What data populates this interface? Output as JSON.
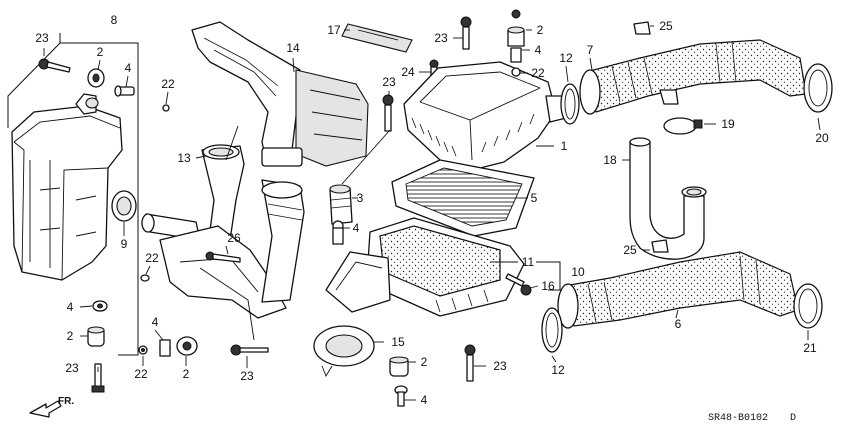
{
  "diagram": {
    "drawing_code": "SR48-B0102",
    "revision_mark": "D",
    "direction_label": "FR.",
    "callouts": [
      {
        "id": "c8",
        "label": "8"
      },
      {
        "id": "c23a",
        "label": "23"
      },
      {
        "id": "c2a",
        "label": "2"
      },
      {
        "id": "c4a",
        "label": "4"
      },
      {
        "id": "c22a",
        "label": "22"
      },
      {
        "id": "c9",
        "label": "9"
      },
      {
        "id": "c22b",
        "label": "22"
      },
      {
        "id": "c4b",
        "label": "4"
      },
      {
        "id": "c2b",
        "label": "2"
      },
      {
        "id": "c23b",
        "label": "23"
      },
      {
        "id": "c22c",
        "label": "22"
      },
      {
        "id": "c4c",
        "label": "4"
      },
      {
        "id": "c2c",
        "label": "2"
      },
      {
        "id": "c23c",
        "label": "23"
      },
      {
        "id": "c13",
        "label": "13"
      },
      {
        "id": "c14",
        "label": "14"
      },
      {
        "id": "c26",
        "label": "26"
      },
      {
        "id": "c17",
        "label": "17"
      },
      {
        "id": "c23d",
        "label": "23"
      },
      {
        "id": "c24",
        "label": "24"
      },
      {
        "id": "c23e",
        "label": "23"
      },
      {
        "id": "c2d",
        "label": "2"
      },
      {
        "id": "c4d",
        "label": "4"
      },
      {
        "id": "c22d",
        "label": "22"
      },
      {
        "id": "c3",
        "label": "3"
      },
      {
        "id": "c4e",
        "label": "4"
      },
      {
        "id": "c1",
        "label": "1"
      },
      {
        "id": "c5",
        "label": "5"
      },
      {
        "id": "c11",
        "label": "11"
      },
      {
        "id": "c10",
        "label": "10"
      },
      {
        "id": "c16",
        "label": "16"
      },
      {
        "id": "c15",
        "label": "15"
      },
      {
        "id": "c2e",
        "label": "2"
      },
      {
        "id": "c4f",
        "label": "4"
      },
      {
        "id": "c23f",
        "label": "23"
      },
      {
        "id": "c12a",
        "label": "12"
      },
      {
        "id": "c7",
        "label": "7"
      },
      {
        "id": "c25a",
        "label": "25"
      },
      {
        "id": "c20",
        "label": "20"
      },
      {
        "id": "c19",
        "label": "19"
      },
      {
        "id": "c18",
        "label": "18"
      },
      {
        "id": "c25b",
        "label": "25"
      },
      {
        "id": "c6",
        "label": "6"
      },
      {
        "id": "c12b",
        "label": "12"
      },
      {
        "id": "c21",
        "label": "21"
      }
    ]
  }
}
